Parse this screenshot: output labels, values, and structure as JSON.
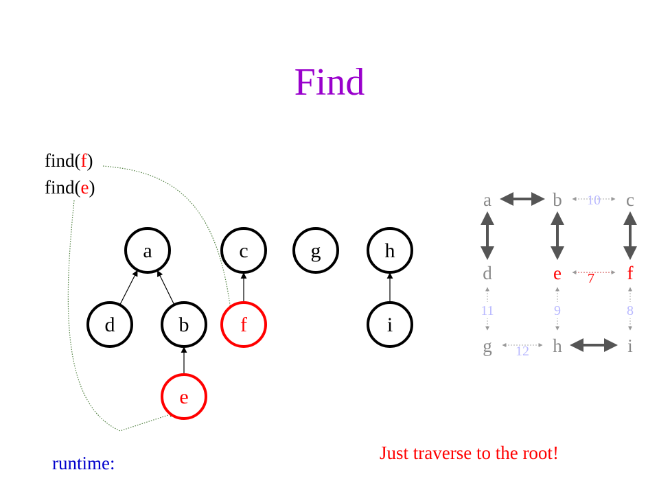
{
  "title": "Find",
  "colors": {
    "title": "#9900cc",
    "highlight": "#ff0000",
    "node_border": "#000000",
    "faded_node": "#888888",
    "faded_weight": "#b9b9ff",
    "path_green": "#4f7f3f",
    "label_blue": "#0000cc"
  },
  "calls": [
    {
      "prefix": "find(",
      "arg": "f",
      "suffix": ")"
    },
    {
      "prefix": "find(",
      "arg": "e",
      "suffix": ")"
    }
  ],
  "runtime_label": "runtime:",
  "note": "Just traverse to the root!",
  "forest": {
    "nodes": [
      {
        "id": "a",
        "label": "a",
        "highlight": false
      },
      {
        "id": "c",
        "label": "c",
        "highlight": false
      },
      {
        "id": "g",
        "label": "g",
        "highlight": false
      },
      {
        "id": "h",
        "label": "h",
        "highlight": false
      },
      {
        "id": "d",
        "label": "d",
        "highlight": false
      },
      {
        "id": "b",
        "label": "b",
        "highlight": false
      },
      {
        "id": "f",
        "label": "f",
        "highlight": true
      },
      {
        "id": "i",
        "label": "i",
        "highlight": false
      },
      {
        "id": "e",
        "label": "e",
        "highlight": true
      }
    ],
    "edges": [
      {
        "from": "d",
        "to": "a"
      },
      {
        "from": "b",
        "to": "a"
      },
      {
        "from": "e",
        "to": "b"
      },
      {
        "from": "f",
        "to": "c"
      },
      {
        "from": "i",
        "to": "h"
      }
    ]
  },
  "mini_graph": {
    "nodes": [
      {
        "id": "a",
        "label": "a",
        "highlight": false
      },
      {
        "id": "b",
        "label": "b",
        "highlight": false
      },
      {
        "id": "c",
        "label": "c",
        "highlight": false
      },
      {
        "id": "d",
        "label": "d",
        "highlight": false
      },
      {
        "id": "e",
        "label": "e",
        "highlight": true
      },
      {
        "id": "f",
        "label": "f",
        "highlight": true
      },
      {
        "id": "g",
        "label": "g",
        "highlight": false
      },
      {
        "id": "h",
        "label": "h",
        "highlight": false
      },
      {
        "id": "i",
        "label": "i",
        "highlight": false
      }
    ],
    "bold_edges": [
      {
        "from": "a",
        "to": "b"
      },
      {
        "from": "a",
        "to": "d"
      },
      {
        "from": "b",
        "to": "e"
      },
      {
        "from": "c",
        "to": "f"
      },
      {
        "from": "h",
        "to": "i"
      }
    ],
    "weighted_edges": [
      {
        "from": "b",
        "to": "c",
        "weight": "10",
        "highlight": false
      },
      {
        "from": "e",
        "to": "f",
        "weight": "7",
        "highlight": true
      },
      {
        "from": "d",
        "to": "g",
        "weight": "11",
        "highlight": false
      },
      {
        "from": "e",
        "to": "h",
        "weight": "9",
        "highlight": false
      },
      {
        "from": "f",
        "to": "i",
        "weight": "8",
        "highlight": false
      },
      {
        "from": "g",
        "to": "h",
        "weight": "12",
        "highlight": false
      }
    ]
  }
}
